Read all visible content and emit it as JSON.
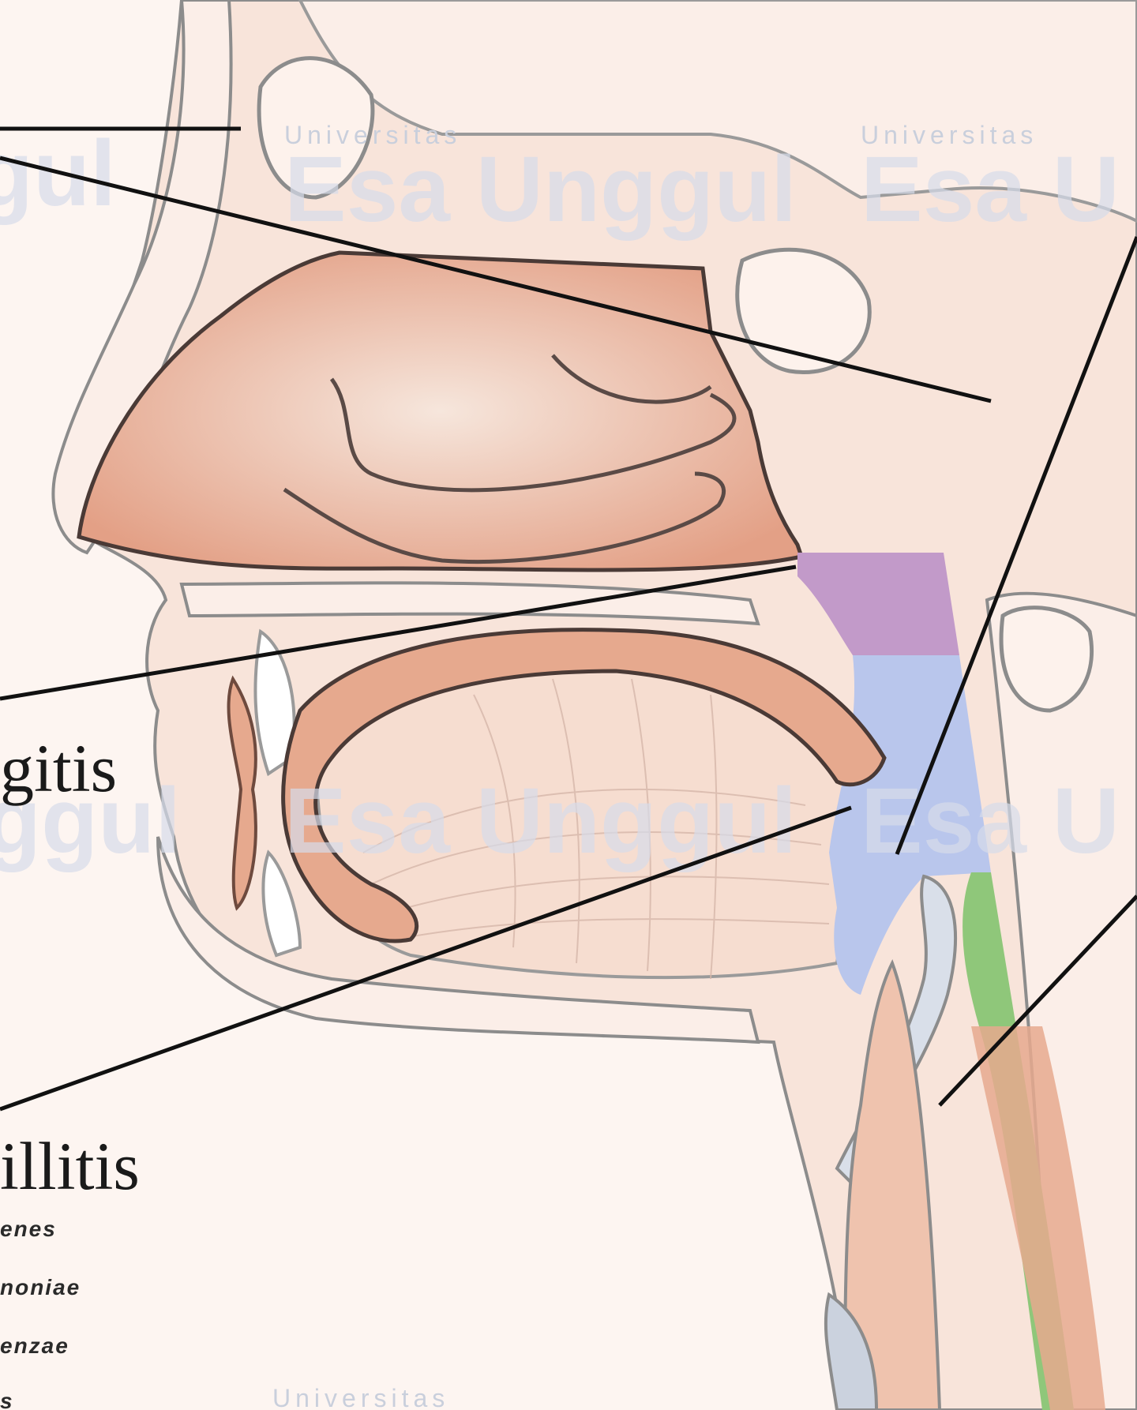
{
  "labels": {
    "laryngitis_fragment": "gitis",
    "tonsillitis_fragment": "illitis",
    "organism_lines": [
      "enes",
      "noniae",
      "enzae",
      "s"
    ]
  },
  "watermark": {
    "small": "Universitas",
    "big_a": "Esa Unggul",
    "big_b": "Esa U",
    "big_c": "ggul",
    "big_d": "gul"
  },
  "colors": {
    "background": "#fdf5f1",
    "nasal_cavity": "#e9ab8f",
    "nasopharynx": "#c29ac9",
    "oropharynx": "#b9c6ec",
    "laryngopharynx": "#8fc77a",
    "outline": "#6e6e6e",
    "pointer_line": "#111111"
  }
}
